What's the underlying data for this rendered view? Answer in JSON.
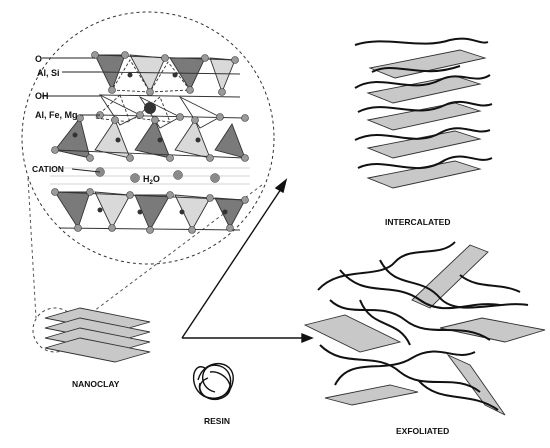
{
  "labels": {
    "o": "O",
    "al_si": "Al, Si",
    "oh": "OH",
    "al_fe_mg": "Al, Fe, Mg",
    "cation": "CATION",
    "water_h": "H",
    "water_sub": "2",
    "water_o": "O",
    "nanoclay": "NANOCLAY",
    "resin": "RESIN",
    "intercalated": "INTERCALATED",
    "exfoliated": "EXFOLIATED"
  },
  "colors": {
    "platelet_fill": "#c8c8c8",
    "tetra_dark": "#7a7a7a",
    "tetra_light": "#d9d9d9",
    "atom": "#9a9a9a",
    "chain": "#111111"
  }
}
